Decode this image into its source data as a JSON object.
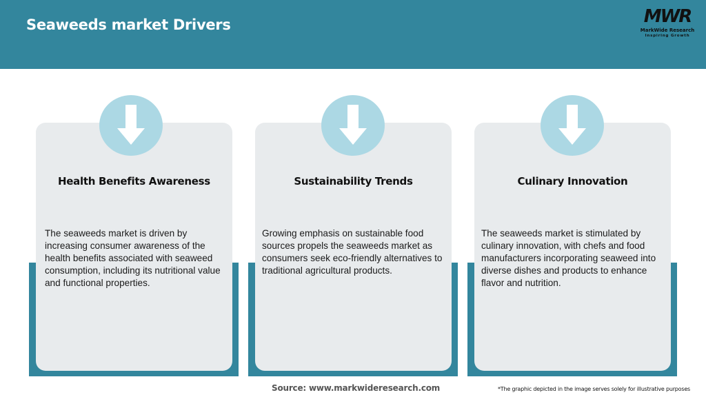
{
  "header": {
    "title": "Seaweeds market Drivers",
    "background_color": "#33869d"
  },
  "logo": {
    "mark": "MWR",
    "name": "MarkWide Research",
    "tagline": "Inspiring Growth"
  },
  "cards": [
    {
      "icon": "arrow-down-icon",
      "title": "Health Benefits Awareness",
      "text": "The seaweeds market is driven by increasing consumer awareness of the health benefits associated with seaweed consumption, including its nutritional value and functional properties."
    },
    {
      "icon": "arrow-down-icon",
      "title": "Sustainability Trends",
      "text": "Growing emphasis on sustainable food sources propels the seaweeds market as consumers seek eco-friendly alternatives to traditional agricultural products."
    },
    {
      "icon": "arrow-down-icon",
      "title": "Culinary Innovation",
      "text": "The seaweeds market is stimulated by culinary innovation, with chefs and food manufacturers incorporating seaweed into diverse dishes and products to enhance flavor and nutrition."
    }
  ],
  "colors": {
    "accent_teal": "#33869d",
    "card_bg": "#e8ebed",
    "circle_bg": "#acd8e4"
  },
  "footer": {
    "source": "Source: www.markwideresearch.com",
    "disclaimer": "*The graphic depicted in the image serves solely for illustrative purposes"
  }
}
